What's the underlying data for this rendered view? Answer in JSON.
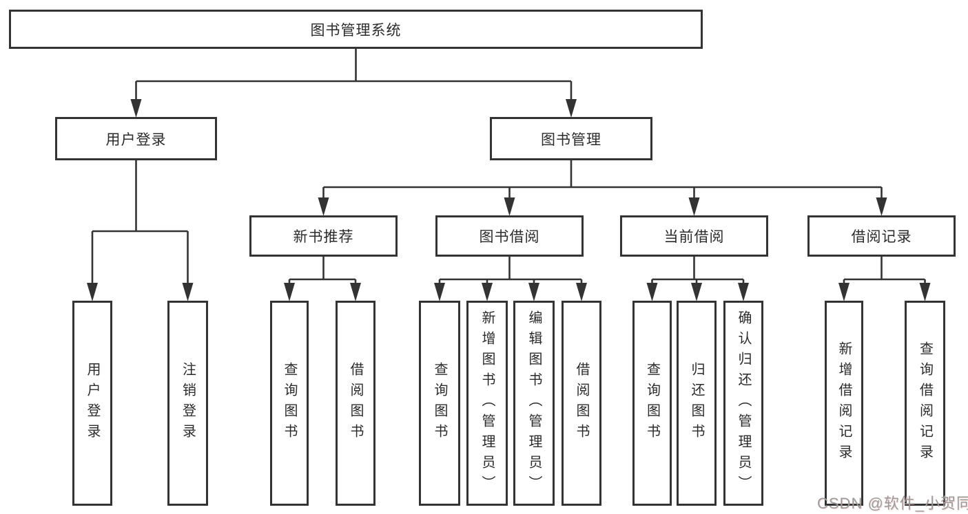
{
  "diagram": {
    "tree": {
      "id": "root",
      "label": "图书管理系统",
      "children": [
        {
          "id": "login",
          "label": "用户登录",
          "children": [
            {
              "id": "u1",
              "label": "用户登录"
            },
            {
              "id": "u2",
              "label": "注销登录"
            }
          ]
        },
        {
          "id": "bookmgmt",
          "label": "图书管理",
          "children": [
            {
              "id": "newbook",
              "label": "新书推荐",
              "children": [
                {
                  "id": "n1",
                  "label": "查询图书"
                },
                {
                  "id": "n2",
                  "label": "借阅图书"
                }
              ]
            },
            {
              "id": "borrow",
              "label": "图书借阅",
              "children": [
                {
                  "id": "b1",
                  "label": "查询图书"
                },
                {
                  "id": "b2",
                  "label": "新增图书（管理员）"
                },
                {
                  "id": "b3",
                  "label": "编辑图书（管理员）"
                },
                {
                  "id": "b4",
                  "label": "借阅图书"
                }
              ]
            },
            {
              "id": "current",
              "label": "当前借阅",
              "children": [
                {
                  "id": "c1",
                  "label": "查询图书"
                },
                {
                  "id": "c2",
                  "label": "归还图书"
                },
                {
                  "id": "c3",
                  "label": "确认归还（管理员）"
                }
              ]
            },
            {
              "id": "records",
              "label": "借阅记录",
              "children": [
                {
                  "id": "r1",
                  "label": "新增借阅记录"
                },
                {
                  "id": "r2",
                  "label": "查询借阅记录"
                }
              ]
            }
          ]
        }
      ]
    },
    "watermark": "CSDN @软件_小贺同学",
    "colors": {
      "line": "#333333",
      "text": "#2b2b2b",
      "background": "#ffffff",
      "watermark": "#9b9b9b"
    }
  }
}
